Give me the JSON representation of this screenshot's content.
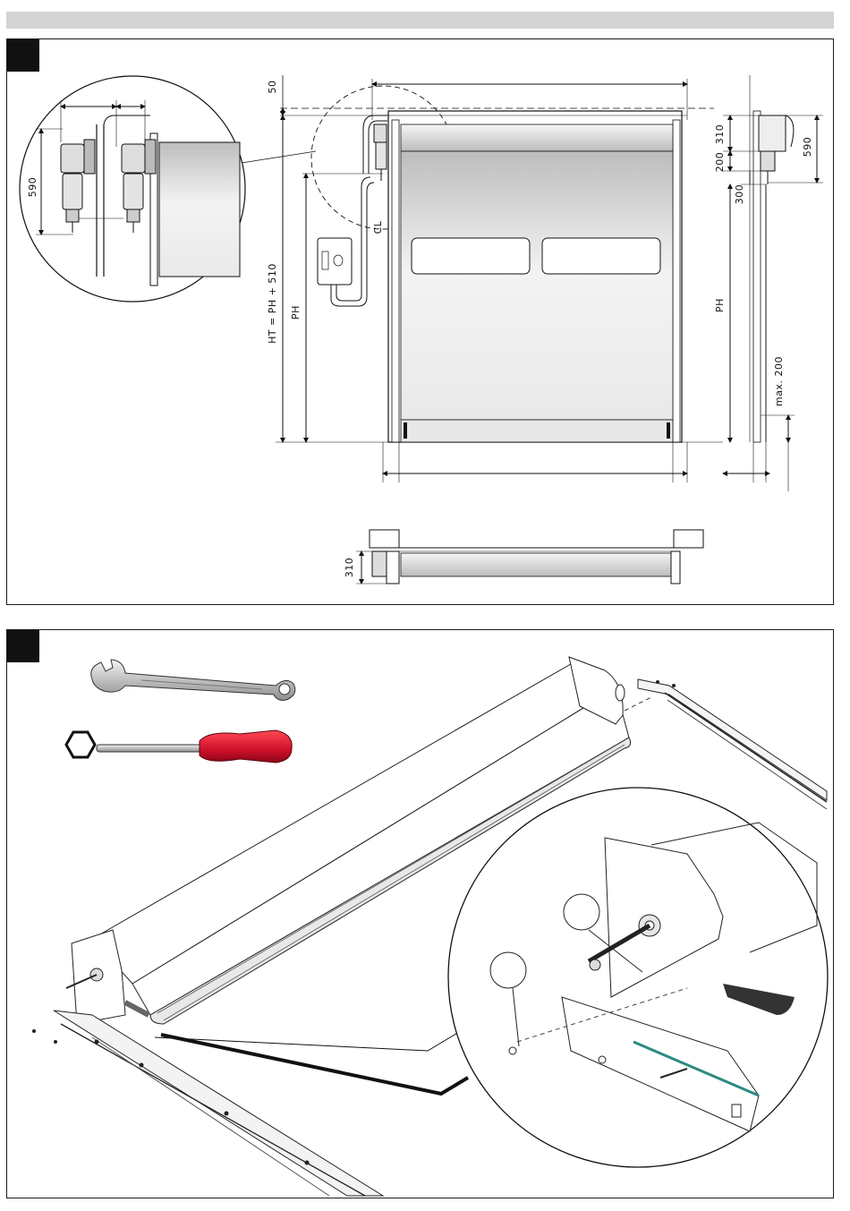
{
  "figure_1": {
    "dimension_labels": {
      "top_gap": "50",
      "height_total": "HT = PH + 510",
      "passage_height_left": "PH",
      "passage_height_right": "PH",
      "center_line": "CL",
      "side_310": "310",
      "side_590": "590",
      "side_200": "200",
      "side_300": "300",
      "max_200": "max. 200",
      "detail_590": "590",
      "plan_310": "310"
    }
  },
  "figure_2": {
    "tools": [
      "combination-wrench",
      "hex-key-screwdriver"
    ]
  },
  "colors": {
    "frame": "#1a1a1a",
    "curtain_light": "#f2f2f2",
    "curtain_dark": "#bdbdbd",
    "handle_red": "#d0102a",
    "wrench_steel": "#c9c9c9",
    "topbar": "#d4d4d4"
  }
}
